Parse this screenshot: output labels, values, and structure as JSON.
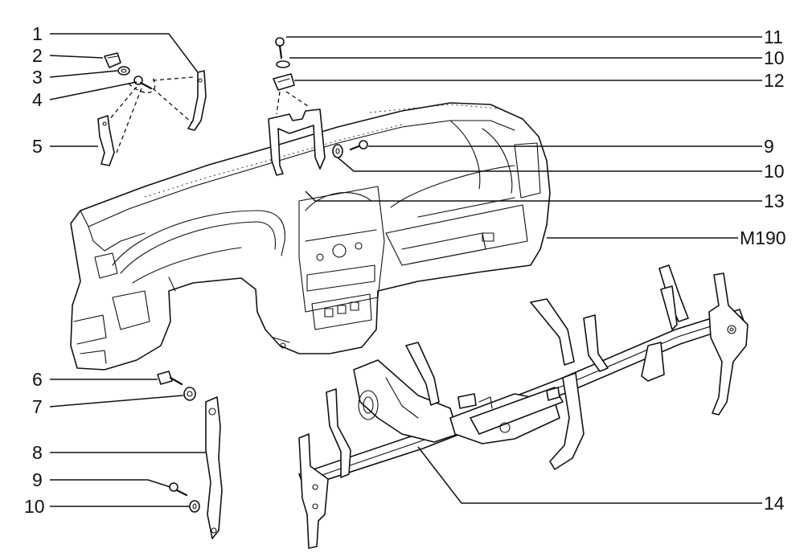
{
  "diagram": {
    "callouts_left": [
      "1",
      "2",
      "3",
      "4",
      "5",
      "6",
      "7",
      "8",
      "9",
      "10"
    ],
    "callouts_right": [
      "11",
      "10",
      "12",
      "9",
      "10",
      "13",
      "M190",
      "14"
    ]
  }
}
